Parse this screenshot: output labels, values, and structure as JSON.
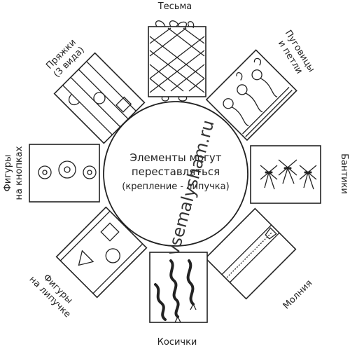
{
  "center": {
    "line1": "Элементы могут",
    "line2": "переставляться",
    "line3": "(крепление - липучка)"
  },
  "watermark": "vsemalysham.ru",
  "labels": {
    "top": "Тесьма",
    "top_right_1": "Пуговицы",
    "top_right_2": "и петли",
    "right": "Бантики",
    "bottom_right": "Молния",
    "bottom": "Косички",
    "bottom_left_1": "Фигуры",
    "bottom_left_2": "на липучке",
    "left_1": "Фигуры",
    "left_2": "на кнопках",
    "top_left_1": "Пряжки",
    "top_left_2": "(3 вида)"
  },
  "colors": {
    "line": "#222222",
    "background": "#ffffff"
  }
}
